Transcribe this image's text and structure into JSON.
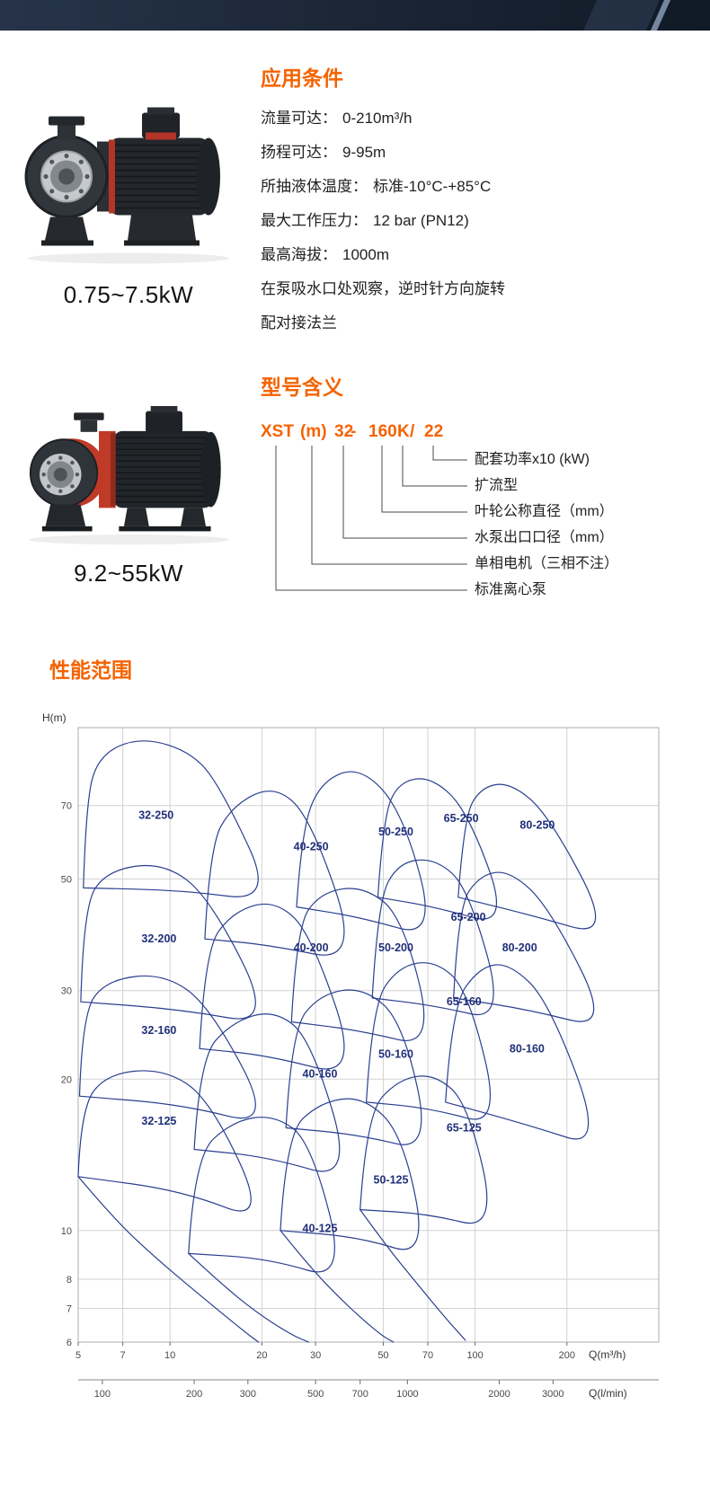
{
  "theme": {
    "accent": "#f56300",
    "text_color": "#222222"
  },
  "products": [
    {
      "caption": "0.75~7.5kW"
    },
    {
      "caption": "9.2~55kW"
    }
  ],
  "application": {
    "title": "应用条件",
    "rows": [
      {
        "label": "流量可达：",
        "value": "0-210m³/h"
      },
      {
        "label": "扬程可达：",
        "value": "9-95m"
      },
      {
        "label": "所抽液体温度：",
        "value": "标准-10°C-+85°C"
      },
      {
        "label": "最大工作压力：",
        "value": "12 bar (PN12)"
      },
      {
        "label": "最高海拔：",
        "value": "1000m"
      },
      {
        "label": "在泵吸水口处观察，逆时针方向旋转",
        "value": ""
      },
      {
        "label": "配对接法兰",
        "value": ""
      }
    ]
  },
  "model": {
    "title": "型号含义",
    "code": "XST (m) 32 - 160 K / 22",
    "tokens": [
      "XST",
      "(m)",
      "32",
      "-",
      "160",
      "K",
      "/",
      "22"
    ],
    "labels": [
      "配套功率x10 (kW)",
      "扩流型",
      "叶轮公称直径（mm）",
      "水泵出口口径（mm）",
      "单相电机（三相不注）",
      "标准离心泵"
    ]
  },
  "performance": {
    "title": "性能范围"
  },
  "chart_data": {
    "type": "area",
    "title": "性能范围",
    "xlabel": "Q(m³/h)",
    "x2label": "Q(l/min)",
    "ylabel": "H(m)",
    "xscale": "log",
    "yscale": "log",
    "xlim": [
      5,
      400
    ],
    "ylim": [
      6,
      100
    ],
    "grid": true,
    "xticks": [
      5,
      7,
      10,
      20,
      30,
      50,
      70,
      100,
      200
    ],
    "yticks": [
      6,
      7,
      8,
      10,
      20,
      30,
      50,
      70
    ],
    "x2ticks": [
      100,
      200,
      300,
      500,
      700,
      1000,
      2000,
      3000
    ],
    "line_color": "#2a3f8f",
    "label_color": "#20307a",
    "grid_color": "#d2d2d2",
    "regions": [
      {
        "label": "32-250",
        "label_at": [
          9.0,
          67
        ],
        "points": [
          [
            5.2,
            48
          ],
          [
            5.3,
            70
          ],
          [
            5.8,
            88
          ],
          [
            8,
            96
          ],
          [
            12,
            89
          ],
          [
            15,
            74
          ],
          [
            22,
            45
          ],
          [
            11,
            47.5
          ]
        ]
      },
      {
        "label": "32-200",
        "label_at": [
          9.2,
          38
        ],
        "points": [
          [
            5.1,
            28.5
          ],
          [
            5.2,
            44
          ],
          [
            6.2,
            52
          ],
          [
            9.5,
            54
          ],
          [
            13.5,
            46
          ],
          [
            22,
            25.5
          ],
          [
            11,
            27.5
          ]
        ]
      },
      {
        "label": "32-160",
        "label_at": [
          9.2,
          25
        ],
        "points": [
          [
            5.05,
            18.5
          ],
          [
            5.15,
            27
          ],
          [
            6.2,
            31.5
          ],
          [
            9.5,
            32.5
          ],
          [
            13.5,
            28
          ],
          [
            22,
            16
          ],
          [
            11,
            17.8
          ]
        ]
      },
      {
        "label": "32-125",
        "label_at": [
          9.2,
          16.5
        ],
        "points": [
          [
            5.0,
            12.8
          ],
          [
            5.1,
            17.5
          ],
          [
            6.2,
            20.5
          ],
          [
            9.5,
            21
          ],
          [
            13.5,
            18.3
          ],
          [
            21,
            10.3
          ],
          [
            11,
            12
          ]
        ]
      },
      {
        "label": "40-250",
        "label_at": [
          29,
          58
        ],
        "points": [
          [
            13,
            38
          ],
          [
            13.5,
            58
          ],
          [
            16,
            70
          ],
          [
            22,
            77
          ],
          [
            29,
            66
          ],
          [
            42,
            34
          ],
          [
            21,
            37
          ]
        ]
      },
      {
        "label": "40-200",
        "label_at": [
          29,
          36.5
        ],
        "points": [
          [
            12.5,
            23
          ],
          [
            13,
            36
          ],
          [
            16,
            43
          ],
          [
            22,
            45.5
          ],
          [
            29,
            39
          ],
          [
            42,
            20
          ],
          [
            21,
            22.3
          ]
        ]
      },
      {
        "label": "40-160",
        "label_at": [
          31,
          20.5
        ],
        "points": [
          [
            12,
            14.5
          ],
          [
            12.5,
            22
          ],
          [
            16,
            26
          ],
          [
            22,
            27.5
          ],
          [
            29,
            24
          ],
          [
            40,
            12.5
          ],
          [
            21,
            14
          ]
        ]
      },
      {
        "label": "40-125",
        "label_at": [
          31,
          10.1
        ],
        "points": [
          [
            11.5,
            9
          ],
          [
            12,
            14
          ],
          [
            16,
            16.5
          ],
          [
            22,
            17
          ],
          [
            29,
            15
          ],
          [
            38,
            7.9
          ],
          [
            21,
            8.8
          ]
        ]
      },
      {
        "label": "50-250",
        "label_at": [
          55,
          62
        ],
        "points": [
          [
            26,
            44
          ],
          [
            27,
            62
          ],
          [
            31,
            78
          ],
          [
            42,
            84
          ],
          [
            58,
            68
          ],
          [
            75,
            38
          ],
          [
            42,
            42
          ]
        ]
      },
      {
        "label": "50-200",
        "label_at": [
          55,
          36.5
        ],
        "points": [
          [
            25,
            26
          ],
          [
            26,
            40
          ],
          [
            31,
            47
          ],
          [
            43,
            48.5
          ],
          [
            58,
            42
          ],
          [
            74,
            23
          ],
          [
            42,
            25
          ]
        ]
      },
      {
        "label": "50-160",
        "label_at": [
          55,
          22.4
        ],
        "points": [
          [
            24,
            16
          ],
          [
            25,
            25
          ],
          [
            31,
            29.5
          ],
          [
            43,
            30.5
          ],
          [
            58,
            26
          ],
          [
            72,
            14.3
          ],
          [
            42,
            15.5
          ]
        ]
      },
      {
        "label": "50-125",
        "label_at": [
          53,
          12.6
        ],
        "points": [
          [
            23,
            10
          ],
          [
            24,
            15.5
          ],
          [
            31,
            18
          ],
          [
            43,
            18.5
          ],
          [
            58,
            15.5
          ],
          [
            70,
            8.8
          ],
          [
            42,
            9.7
          ]
        ]
      },
      {
        "label": "65-250",
        "label_at": [
          90,
          66
        ],
        "points": [
          [
            48,
            46
          ],
          [
            50,
            66
          ],
          [
            56,
            78
          ],
          [
            72,
            80
          ],
          [
            95,
            68
          ],
          [
            130,
            40
          ],
          [
            74,
            44
          ]
        ]
      },
      {
        "label": "65-200",
        "label_at": [
          95,
          42
        ],
        "points": [
          [
            46,
            29
          ],
          [
            48,
            45
          ],
          [
            56,
            54
          ],
          [
            74,
            55
          ],
          [
            95,
            48
          ],
          [
            126,
            26
          ],
          [
            74,
            28
          ]
        ]
      },
      {
        "label": "65-160",
        "label_at": [
          92,
          28.5
        ],
        "points": [
          [
            44,
            18
          ],
          [
            46,
            28
          ],
          [
            56,
            33.5
          ],
          [
            74,
            34.5
          ],
          [
            95,
            30
          ],
          [
            122,
            16
          ],
          [
            72,
            17.5
          ]
        ]
      },
      {
        "label": "65-125",
        "label_at": [
          92,
          16
        ],
        "points": [
          [
            42,
            11
          ],
          [
            44,
            17
          ],
          [
            56,
            20
          ],
          [
            74,
            20.5
          ],
          [
            95,
            17.8
          ],
          [
            118,
            10
          ],
          [
            70,
            10.8
          ]
        ]
      },
      {
        "label": "80-250",
        "label_at": [
          160,
          64
        ],
        "points": [
          [
            88,
            46
          ],
          [
            92,
            66
          ],
          [
            104,
            76
          ],
          [
            130,
            78
          ],
          [
            175,
            67
          ],
          [
            285,
            38
          ],
          [
            150,
            42.5
          ]
        ]
      },
      {
        "label": "80-200",
        "label_at": [
          140,
          36.5
        ],
        "points": [
          [
            85,
            29
          ],
          [
            88,
            44
          ],
          [
            104,
            51
          ],
          [
            130,
            52
          ],
          [
            175,
            44
          ],
          [
            280,
            25
          ],
          [
            150,
            27.5
          ]
        ]
      },
      {
        "label": "80-160",
        "label_at": [
          148,
          23
        ],
        "points": [
          [
            80,
            18
          ],
          [
            84,
            28
          ],
          [
            104,
            33.5
          ],
          [
            130,
            34
          ],
          [
            175,
            28.5
          ],
          [
            265,
            14.5
          ],
          [
            150,
            16.2
          ]
        ]
      }
    ],
    "curves": [
      [
        [
          5.0,
          12.8
        ],
        [
          6.5,
          10.6
        ],
        [
          9,
          8.8
        ],
        [
          13,
          7.3
        ],
        [
          17.5,
          6.3
        ],
        [
          19.5,
          6.0
        ]
      ],
      [
        [
          11.5,
          9
        ],
        [
          14.5,
          7.9
        ],
        [
          19,
          6.9
        ],
        [
          25,
          6.2
        ],
        [
          28.5,
          6.0
        ]
      ],
      [
        [
          23,
          10
        ],
        [
          29,
          8.4
        ],
        [
          38,
          7.1
        ],
        [
          49,
          6.2
        ],
        [
          54,
          6.0
        ]
      ],
      [
        [
          42,
          11
        ],
        [
          52,
          9.2
        ],
        [
          65,
          7.8
        ],
        [
          80,
          6.7
        ],
        [
          93,
          6.05
        ]
      ]
    ]
  }
}
